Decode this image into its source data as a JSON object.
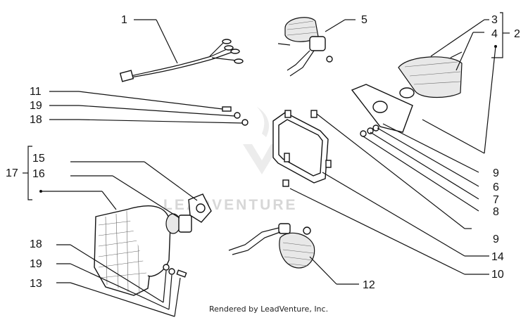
{
  "callouts": {
    "n1": "1",
    "n2": "2",
    "n3": "3",
    "n4": "4",
    "n5": "5",
    "n6": "6",
    "n7": "7",
    "n8": "8",
    "n9a": "9",
    "n9b": "9",
    "n10": "10",
    "n11": "11",
    "n12": "12",
    "n13": "13",
    "n14": "14",
    "n15": "15",
    "n16": "16",
    "n17": "17",
    "n18a": "18",
    "n18b": "18",
    "n19a": "19",
    "n19b": "19"
  },
  "watermark": "LEADVENTURE",
  "footer": "Rendered by LeadVenture, Inc."
}
